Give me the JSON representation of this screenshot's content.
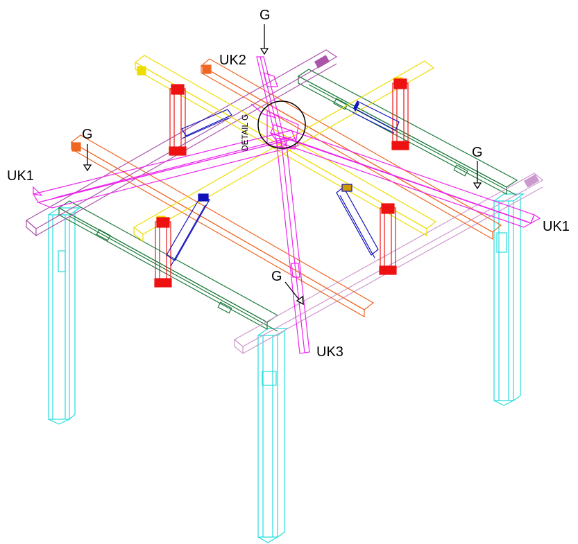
{
  "labels": {
    "g_top": "G",
    "uk2": "UK2",
    "detail": "DETAIL  G",
    "g_left": "G",
    "uk1_left": "UK1",
    "g_right": "G",
    "uk1_right": "UK1",
    "g_bottom": "G",
    "uk3": "UK3"
  },
  "colors": {
    "post": "#22dddd",
    "ridge_beam": "#ee22ee",
    "wall_plate_green": "#1a7a3a",
    "wall_plate_purple": "#aa55aa",
    "wall_plate_pink": "#cc99cc",
    "purlin_orange": "#ee6622",
    "purlin_yellow": "#eedd00",
    "king_post_red": "#ee1111",
    "brace_blue": "#1111bb"
  },
  "icons": {
    "detail_marker": "circle-detail-icon",
    "arrows": "down-arrow-icon"
  }
}
